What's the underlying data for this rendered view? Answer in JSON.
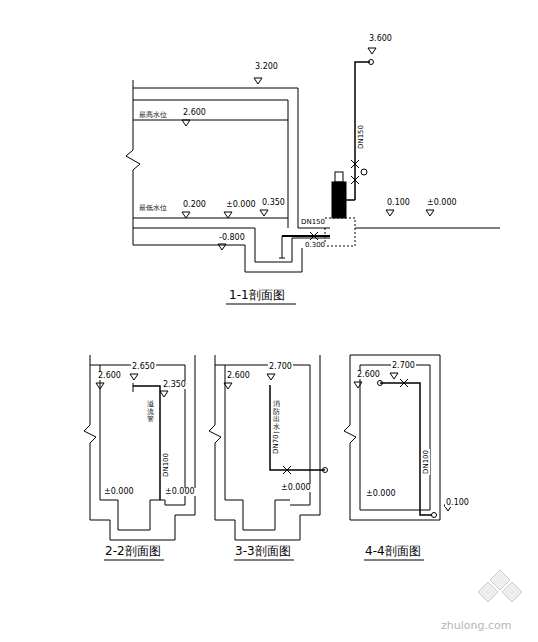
{
  "diagram": {
    "labels": [
      "3.200",
      "2.600",
      "最高水位",
      "0.200",
      "最低水位",
      "±0.000",
      "0.350",
      "-0.800",
      "DN150",
      "0.300",
      "0.100",
      "±0.000",
      "3.600",
      "DN150",
      "1-1剖面图",
      "2.600",
      "2.650",
      "2.350",
      "溢流管",
      "DN100",
      "±0.000",
      "±0.000",
      "2-2剖面图",
      "2.600",
      "2.700",
      "消防出水管",
      "DN70",
      "±0.000",
      "3-3剖面图",
      "2.600",
      "2.700",
      "DN100",
      "±0.000",
      "0.100",
      "4-4剖面图",
      "zhulong.com"
    ]
  }
}
